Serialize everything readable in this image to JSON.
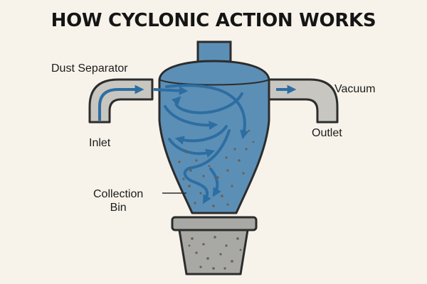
{
  "title": "HOW CYCLONIC ACTION WORKS",
  "labels": {
    "dust_separator": "Dust Separator",
    "vacuum": "Vacuum",
    "inlet": "Inlet",
    "outlet": "Outlet",
    "collection_line1": "Collection",
    "collection_line2": "Bin"
  },
  "colors": {
    "background": "#f7f3ea",
    "cyclone_body": "#5c8fb6",
    "airflow_arrow": "#2d6ea2",
    "pipe": "#c8c6c0",
    "bin": "#a8a8a5",
    "dust": "#6d5e4e"
  }
}
